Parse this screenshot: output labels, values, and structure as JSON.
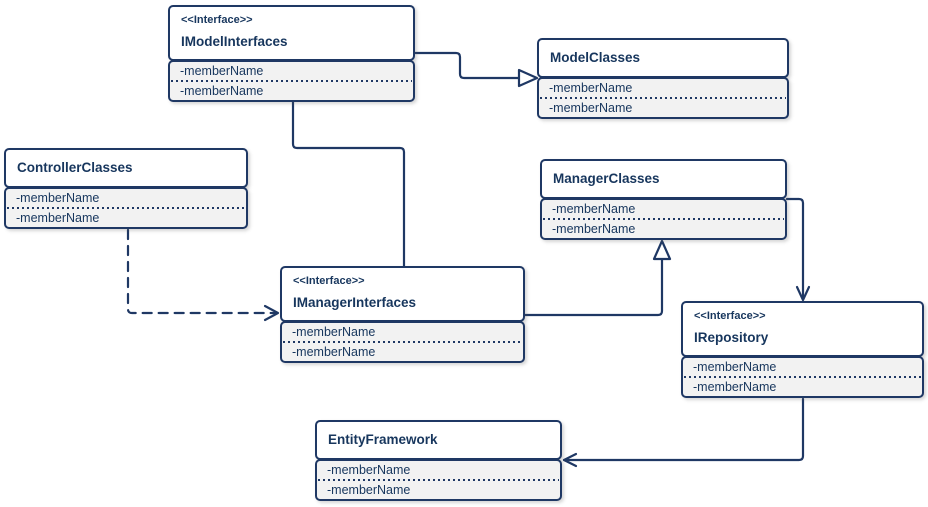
{
  "colors": {
    "line": "#1F3864",
    "text": "#17365D",
    "member_bg": "#F2F2F2",
    "title_bg": "#FFFFFF"
  },
  "classes": [
    {
      "stereotype": "<<Interface>>",
      "name": "IModelInterfaces",
      "members": [
        "-memberName",
        "-memberName"
      ]
    },
    {
      "stereotype": "",
      "name": "ModelClasses",
      "members": [
        "-memberName",
        "-memberName"
      ]
    },
    {
      "stereotype": "",
      "name": "ControllerClasses",
      "members": [
        "-memberName",
        "-memberName"
      ]
    },
    {
      "stereotype": "",
      "name": "ManagerClasses",
      "members": [
        "-memberName",
        "-memberName"
      ]
    },
    {
      "stereotype": "<<Interface>>",
      "name": "IManagerInterfaces",
      "members": [
        "-memberName",
        "-memberName"
      ]
    },
    {
      "stereotype": "<<Interface>>",
      "name": "IRepository",
      "members": [
        "-memberName",
        "-memberName"
      ]
    },
    {
      "stereotype": "",
      "name": "EntityFramework",
      "members": [
        "-memberName",
        "-memberName"
      ]
    }
  ],
  "relationships": [
    {
      "from": "IModelInterfaces",
      "to": "ModelClasses",
      "type": "generalization-hollow-triangle"
    },
    {
      "from": "IModelInterfaces",
      "to": "IManagerInterfaces",
      "type": "association-plain"
    },
    {
      "from": "ControllerClasses",
      "to": "IManagerInterfaces",
      "type": "dependency-dashed-open-arrow"
    },
    {
      "from": "IManagerInterfaces",
      "to": "ManagerClasses",
      "type": "generalization-hollow-triangle"
    },
    {
      "from": "ManagerClasses",
      "to": "IRepository",
      "type": "directed-association-open-arrow"
    },
    {
      "from": "IRepository",
      "to": "EntityFramework",
      "type": "directed-association-open-arrow"
    }
  ]
}
